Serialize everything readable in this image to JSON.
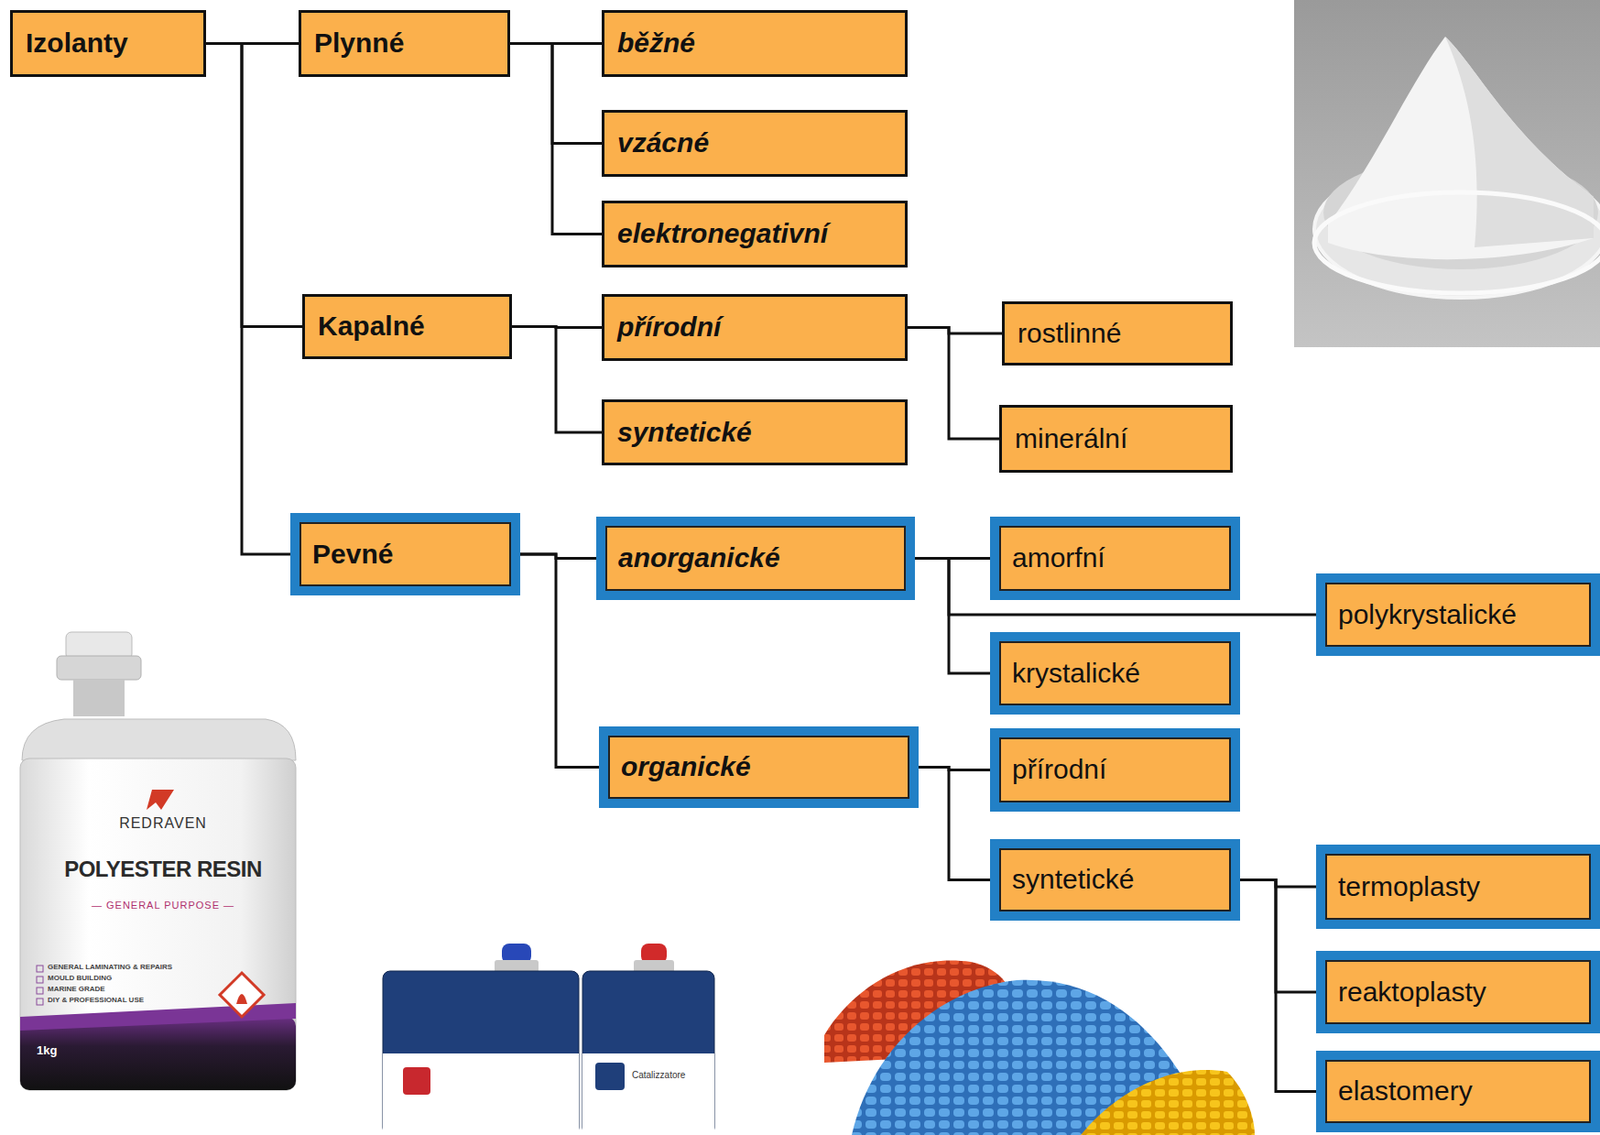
{
  "diagram": {
    "nodes": [
      {
        "text": [
          "Izolanty"
        ]
      },
      {
        "text": [
          "Plynné"
        ]
      },
      {
        "text": [
          "běžné"
        ]
      },
      {
        "text": [
          "vzácné"
        ]
      },
      {
        "text": [
          "elektronegativní"
        ]
      },
      {
        "text": [
          "Kapalné"
        ]
      },
      {
        "text": [
          "přírodní"
        ]
      },
      {
        "text": [
          "rostlinné"
        ]
      },
      {
        "text": [
          "minerální"
        ]
      },
      {
        "text": [
          "syntetické"
        ]
      },
      {
        "text": [
          "Pevné"
        ]
      },
      {
        "text": [
          "anorganické"
        ]
      },
      {
        "text": [
          "amorfní"
        ]
      },
      {
        "text": [
          "polykrystalické"
        ]
      },
      {
        "text": [
          "krystalické"
        ]
      },
      {
        "text": [
          "organické"
        ]
      },
      {
        "text": [
          "přírodní"
        ]
      },
      {
        "text": [
          "syntetické"
        ]
      },
      {
        "text": [
          "termoplasty"
        ]
      },
      {
        "text": [
          "reaktoplasty"
        ]
      },
      {
        "text": [
          "elastomery"
        ]
      }
    ],
    "edges": [
      {
        "from": 0,
        "to": 1,
        "arrow": "none"
      },
      {
        "from": 0,
        "to": 5,
        "arrow": "none"
      },
      {
        "from": 0,
        "to": 10,
        "arrow": "none"
      },
      {
        "from": 1,
        "to": 2,
        "arrow": "none"
      },
      {
        "from": 1,
        "to": 3,
        "arrow": "none"
      },
      {
        "from": 1,
        "to": 4,
        "arrow": "none"
      },
      {
        "from": 5,
        "to": 6,
        "arrow": "none"
      },
      {
        "from": 5,
        "to": 9,
        "arrow": "none"
      },
      {
        "from": 6,
        "to": 7,
        "arrow": "none"
      },
      {
        "from": 6,
        "to": 8,
        "arrow": "none"
      },
      {
        "from": 10,
        "to": 11,
        "arrow": "none"
      },
      {
        "from": 10,
        "to": 15,
        "arrow": "none"
      },
      {
        "from": 11,
        "to": 12,
        "arrow": "none"
      },
      {
        "from": 11,
        "to": 13,
        "arrow": "none"
      },
      {
        "from": 11,
        "to": 14,
        "arrow": "none"
      },
      {
        "from": 15,
        "to": 16,
        "arrow": "none"
      },
      {
        "from": 15,
        "to": 17,
        "arrow": "none"
      },
      {
        "from": 17,
        "to": 18,
        "arrow": "none"
      },
      {
        "from": 17,
        "to": 19,
        "arrow": "none"
      },
      {
        "from": 17,
        "to": 20,
        "arrow": "none"
      }
    ],
    "labels": [
      "REDRAVEN",
      "POLYESTER RESIN",
      "— GENERAL PURPOSE —",
      "GENERAL LAMINATING & REPAIRS",
      "MOULD BUILDING",
      "MARINE GRADE",
      "DIY & PROFESSIONAL USE",
      "1kg",
      "Catalizzatore"
    ]
  }
}
